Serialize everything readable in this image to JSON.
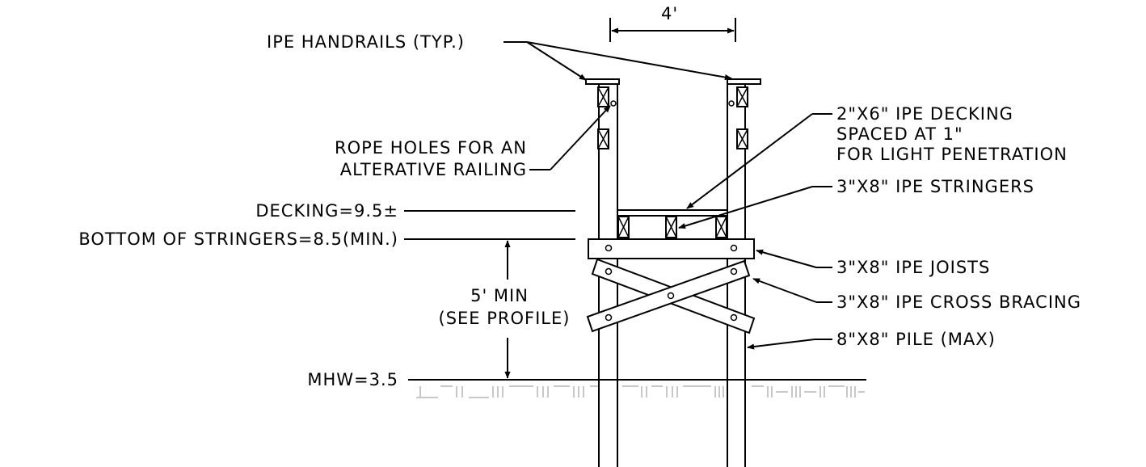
{
  "dimension": {
    "width_label": "4'"
  },
  "labels": {
    "handrails": "IPE HANDRAILS (TYP.)",
    "rope_holes_1": "ROPE HOLES FOR AN",
    "rope_holes_2": "ALTERATIVE RAILING",
    "decking_elev": "DECKING=9.5±",
    "stringers_elev": "BOTTOM OF STRINGERS=8.5(MIN.)",
    "clearance_1": "5' MIN",
    "clearance_2": "(SEE PROFILE)",
    "mhw": "MHW=3.5",
    "decking_1": "2\"X6\" IPE DECKING",
    "decking_2": "SPACED AT 1\"",
    "decking_3": "FOR LIGHT PENETRATION",
    "stringers": "3\"X8\" IPE STRINGERS",
    "joists": "3\"X8\" IPE JOISTS",
    "cross_bracing": "3\"X8\" IPE CROSS BRACING",
    "pile": "8\"X8\" PILE (MAX)"
  }
}
